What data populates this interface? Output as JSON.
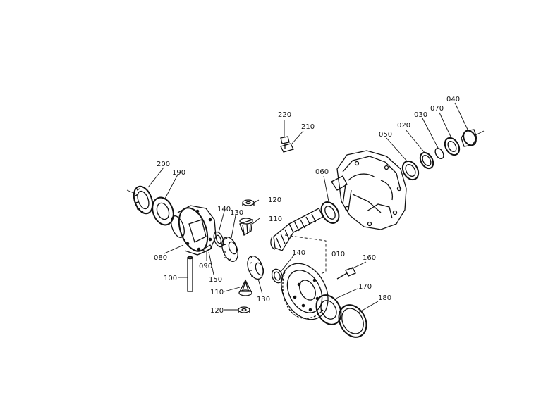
{
  "diagram": {
    "parts": [
      {
        "id": "p010",
        "label": "010"
      },
      {
        "id": "p020",
        "label": "020"
      },
      {
        "id": "p030",
        "label": "030"
      },
      {
        "id": "p040",
        "label": "040"
      },
      {
        "id": "p050",
        "label": "050"
      },
      {
        "id": "p060",
        "label": "060"
      },
      {
        "id": "p070",
        "label": "070"
      },
      {
        "id": "p080",
        "label": "080"
      },
      {
        "id": "p090",
        "label": "090"
      },
      {
        "id": "p100",
        "label": "100"
      },
      {
        "id": "p110a",
        "label": "110"
      },
      {
        "id": "p110b",
        "label": "110"
      },
      {
        "id": "p120a",
        "label": "120"
      },
      {
        "id": "p120b",
        "label": "120"
      },
      {
        "id": "p130a",
        "label": "130"
      },
      {
        "id": "p130b",
        "label": "130"
      },
      {
        "id": "p140a",
        "label": "140"
      },
      {
        "id": "p140b",
        "label": "140"
      },
      {
        "id": "p150",
        "label": "150"
      },
      {
        "id": "p160",
        "label": "160"
      },
      {
        "id": "p170",
        "label": "170"
      },
      {
        "id": "p180",
        "label": "180"
      },
      {
        "id": "p190",
        "label": "190"
      },
      {
        "id": "p200",
        "label": "200"
      },
      {
        "id": "p210",
        "label": "210"
      },
      {
        "id": "p220",
        "label": "220"
      }
    ]
  }
}
